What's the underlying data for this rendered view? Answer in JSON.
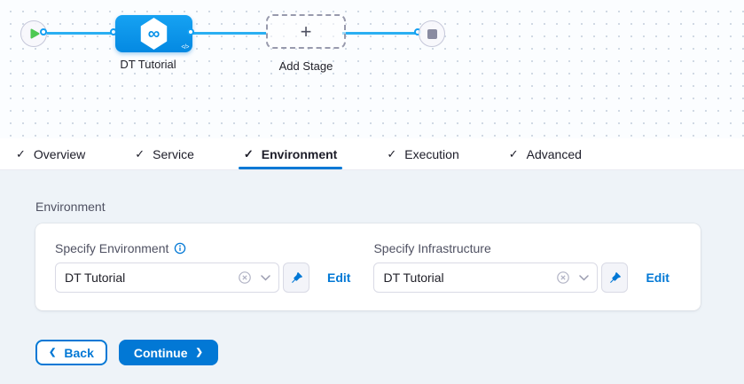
{
  "pipeline": {
    "stage_label": "DT Tutorial",
    "add_stage_label": "Add Stage",
    "plus_glyph": "+",
    "infinity_glyph": "∞",
    "code_glyph": "</>"
  },
  "tabs": {
    "check_glyph": "✓",
    "active": "Environment",
    "items": [
      {
        "label": "Overview",
        "checked": true
      },
      {
        "label": "Service",
        "checked": true
      },
      {
        "label": "Environment",
        "checked": true
      },
      {
        "label": "Execution",
        "checked": true
      },
      {
        "label": "Advanced",
        "checked": true
      }
    ]
  },
  "environment": {
    "section_title": "Environment",
    "fields": [
      {
        "label": "Specify Environment",
        "has_info_icon": true,
        "value": "DT Tutorial",
        "edit_label": "Edit"
      },
      {
        "label": "Specify Infrastructure",
        "has_info_icon": false,
        "value": "DT Tutorial",
        "edit_label": "Edit"
      }
    ]
  },
  "footer": {
    "back_chevron": "❮",
    "back_label": "Back",
    "continue_label": "Continue",
    "continue_chevron": "❯"
  },
  "icons": {
    "play-icon": "green triangle",
    "stop-icon": "gray square",
    "cd-hexagon-icon": "white hexagon with blue infinity",
    "code-icon": "</>",
    "plus-icon": "+",
    "check-icon": "checkmark",
    "info-icon": "circled i",
    "clear-icon": "circled x",
    "chevron-down-icon": "v",
    "pin-icon": "blue pushpin"
  },
  "colors": {
    "primary": "#0278d5",
    "node_blue": "#0092e4",
    "connector_line": "#2aaff2",
    "play_green": "#4dc952",
    "canvas_bg": "#fbfdff",
    "content_bg": "#eef3f8"
  }
}
